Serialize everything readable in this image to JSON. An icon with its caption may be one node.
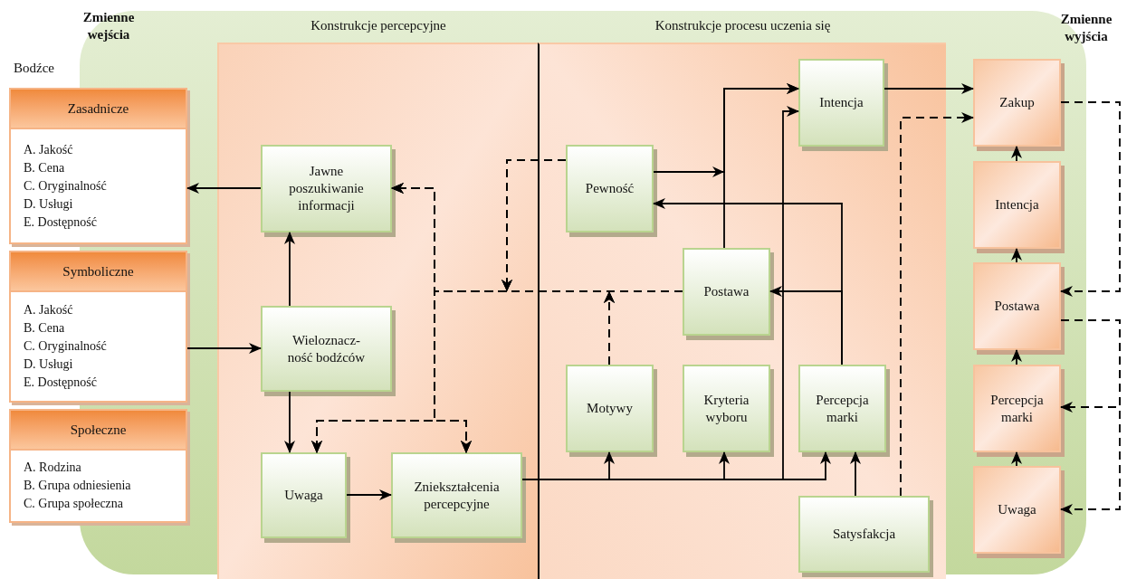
{
  "diagram": {
    "nodes": [
      {
        "text": [
          "Zasadnicze",
          "A. Jakość",
          "B. Cena",
          "C. Oryginalność",
          "D. Usługi",
          "E. Dostępność"
        ]
      },
      {
        "text": [
          "Symboliczne",
          "A. Jakość",
          "B. Cena",
          "C. Oryginalność",
          "D. Usługi",
          "E. Dostępność"
        ]
      },
      {
        "text": [
          "Społeczne",
          "A. Rodzina",
          "B. Grupa odniesienia",
          "C. Grupa społeczna"
        ]
      },
      {
        "text": [
          "Konstrukcje percepcyjne"
        ]
      },
      {
        "text": [
          "Konstrukcje procesu uczenia się"
        ]
      },
      {
        "text": [
          "Jawne poszukiwanie informacji"
        ],
        "in": 3
      },
      {
        "text": [
          "Wieloznacz- ność bodźców"
        ],
        "in": 3
      },
      {
        "text": [
          "Uwaga"
        ],
        "in": 3
      },
      {
        "text": [
          "Zniekształcenia percepcyjne"
        ],
        "in": 3
      },
      {
        "text": [
          "Intencja"
        ],
        "in": 4
      },
      {
        "text": [
          "Pewność"
        ],
        "in": 4
      },
      {
        "text": [
          "Postawa"
        ],
        "in": 4
      },
      {
        "text": [
          "Motywy"
        ],
        "in": 4
      },
      {
        "text": [
          "Kryteria wyboru"
        ],
        "in": 4
      },
      {
        "text": [
          "Percepcja marki"
        ],
        "in": 4
      },
      {
        "text": [
          "Satysfakcja"
        ],
        "in": 4
      },
      {
        "text": [
          "Zakup"
        ]
      },
      {
        "text": [
          "Intencja"
        ]
      },
      {
        "text": [
          "Postawa"
        ]
      },
      {
        "text": [
          "Percepcja marki"
        ]
      },
      {
        "text": [
          "Uwaga"
        ]
      }
    ],
    "edges": [
      {
        "from": 5,
        "to": 0,
        "arrow": "to"
      },
      {
        "from": 1,
        "to": 6,
        "arrow": "to"
      },
      {
        "from": 6,
        "to": 5,
        "arrow": "to"
      },
      {
        "from": 6,
        "to": 7,
        "arrow": "to"
      },
      {
        "from": 7,
        "to": 8,
        "arrow": "to"
      },
      {
        "from": 11,
        "to": 5,
        "arrow": "to",
        "style": "dashed"
      },
      {
        "from": 11,
        "to": 7,
        "arrow": "to",
        "style": "dashed"
      },
      {
        "from": 11,
        "to": 8,
        "arrow": "to",
        "style": "dashed"
      },
      {
        "from": 10,
        "to": 5,
        "arrow": "to",
        "style": "dashed"
      },
      {
        "from": 10,
        "to": 7,
        "arrow": "to",
        "style": "dashed"
      },
      {
        "from": 10,
        "to": 8,
        "arrow": "to",
        "style": "dashed"
      },
      {
        "from": 12,
        "to": 5,
        "arrow": "to",
        "style": "dashed"
      },
      {
        "from": 12,
        "to": 7,
        "arrow": "to",
        "style": "dashed"
      },
      {
        "from": 12,
        "to": 8,
        "arrow": "to",
        "style": "dashed"
      },
      {
        "from": 8,
        "to": 12,
        "arrow": "to"
      },
      {
        "from": 8,
        "to": 13,
        "arrow": "to"
      },
      {
        "from": 8,
        "to": 9,
        "arrow": "to"
      },
      {
        "from": 8,
        "to": 14,
        "arrow": "to"
      },
      {
        "from": 11,
        "to": 9,
        "arrow": "to"
      },
      {
        "from": 10,
        "to": 9,
        "arrow": "to"
      },
      {
        "from": 14,
        "to": 10,
        "arrow": "to"
      },
      {
        "from": 14,
        "to": 11,
        "arrow": "to"
      },
      {
        "from": 15,
        "to": 14,
        "arrow": "to"
      },
      {
        "from": 15,
        "to": 16,
        "arrow": "to",
        "style": "dashed"
      },
      {
        "from": 9,
        "to": 16,
        "arrow": "to"
      },
      {
        "from": 17,
        "to": 16,
        "arrow": "to"
      },
      {
        "from": 18,
        "to": 17,
        "arrow": "to"
      },
      {
        "from": 19,
        "to": 18,
        "arrow": "to"
      },
      {
        "from": 20,
        "to": 19,
        "arrow": "to"
      },
      {
        "from": 16,
        "to": 18,
        "arrow": "to",
        "style": "dashed"
      },
      {
        "from": 18,
        "to": 19,
        "arrow": "to",
        "style": "dashed"
      },
      {
        "from": 18,
        "to": 20,
        "arrow": "to",
        "style": "dashed"
      }
    ],
    "labels": [
      "Zmienne wejścia",
      "Zmienne wyjścia",
      "Bodźce"
    ]
  }
}
